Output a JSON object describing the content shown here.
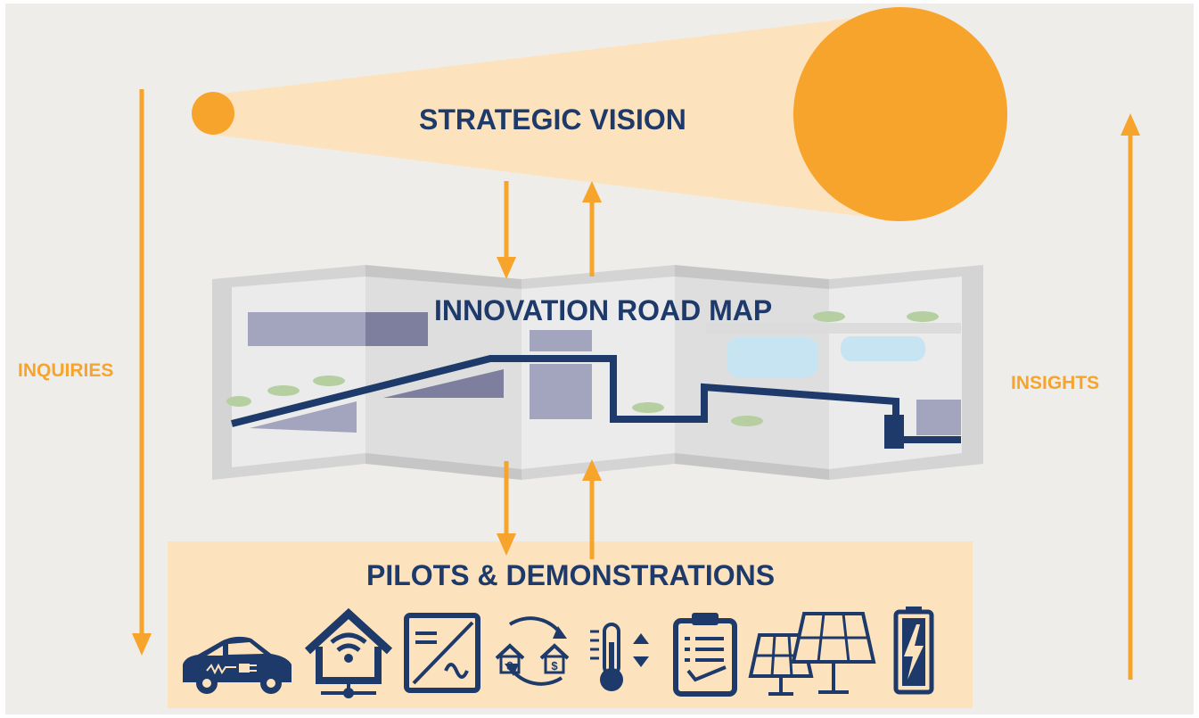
{
  "diagram": {
    "vision": {
      "label": "STRATEGIC VISION"
    },
    "roadmap": {
      "label": "INNOVATION ROAD MAP"
    },
    "pilots": {
      "label": "PILOTS & DEMONSTRATIONS",
      "icons": [
        "electric-car-icon",
        "smart-home-wifi-icon",
        "inverter-icon",
        "home-energy-exchange-icon",
        "thermostat-icon",
        "clipboard-checklist-icon",
        "solar-panels-icon",
        "battery-charge-icon"
      ]
    },
    "left_arrow": {
      "label": "INQUIRIES"
    },
    "right_arrow": {
      "label": "INSIGHTS"
    }
  },
  "colors": {
    "background": "#efedea",
    "accent_orange": "#f7a42c",
    "beam": "#fde3bd",
    "navy": "#1d3a6b",
    "map_panel": "#d4d4d4",
    "map_light": "#ebebeb",
    "map_block": "#a3a4bd",
    "map_water": "#c7e4f3",
    "map_tree": "#b5cfa0"
  }
}
